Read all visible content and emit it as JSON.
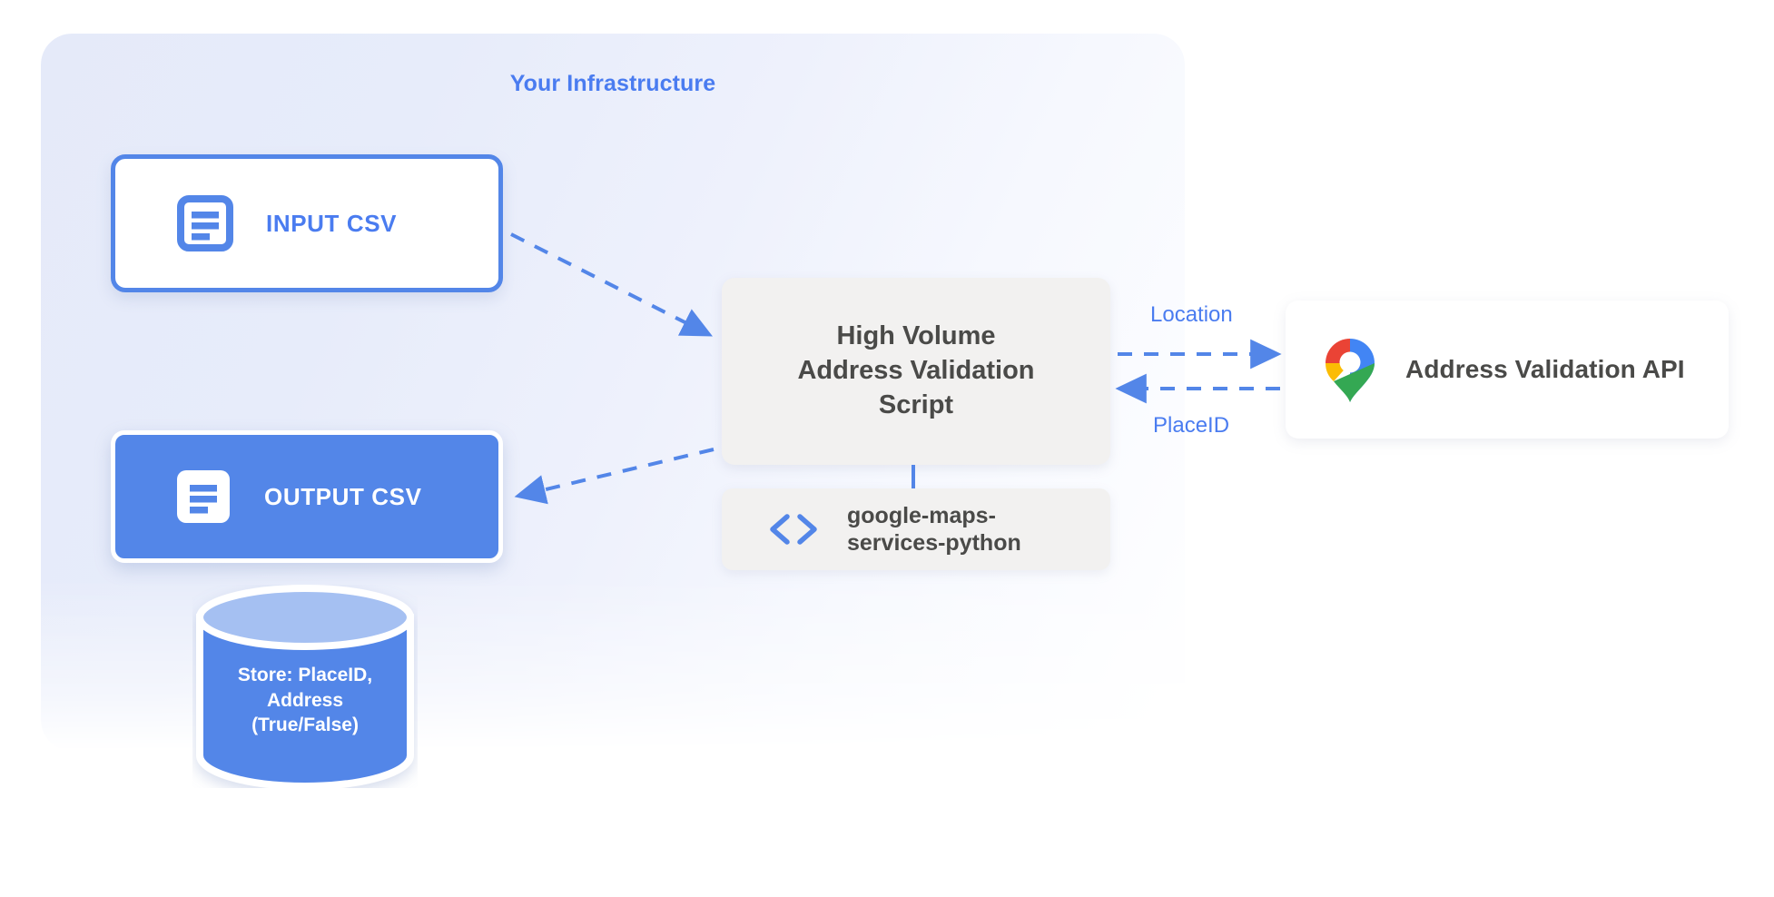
{
  "panel": {
    "title": "Your Infrastructure"
  },
  "nodes": {
    "input_csv": {
      "label": "INPUT CSV",
      "icon": "document-icon"
    },
    "output_csv": {
      "label": "OUTPUT CSV",
      "icon": "document-icon"
    },
    "script": {
      "line1": "High Volume",
      "line2": "Address Validation",
      "line3": "Script"
    },
    "library": {
      "line1": "google-maps-",
      "line2": "services-python",
      "icon": "code-brackets-icon"
    },
    "api": {
      "label": "Address Validation API",
      "icon": "google-maps-pin-icon"
    },
    "database": {
      "line1": "Store: PlaceID,",
      "line2": "Address",
      "line3": "(True/False)",
      "icon": "database-cylinder-icon"
    }
  },
  "edges": {
    "location_label": "Location",
    "placeid_label": "PlaceID"
  },
  "colors": {
    "brand_blue": "#5386e8",
    "title_blue": "#4a7cf0",
    "panel_bg": "#e5eaf9",
    "box_gray": "#f2f1f0",
    "text_dark": "#4a4a48",
    "white": "#ffffff",
    "db_top": "#a5c0f2",
    "google_blue": "#4285f4",
    "google_red": "#ea4335",
    "google_yellow": "#fbbc04",
    "google_green": "#34a853"
  }
}
